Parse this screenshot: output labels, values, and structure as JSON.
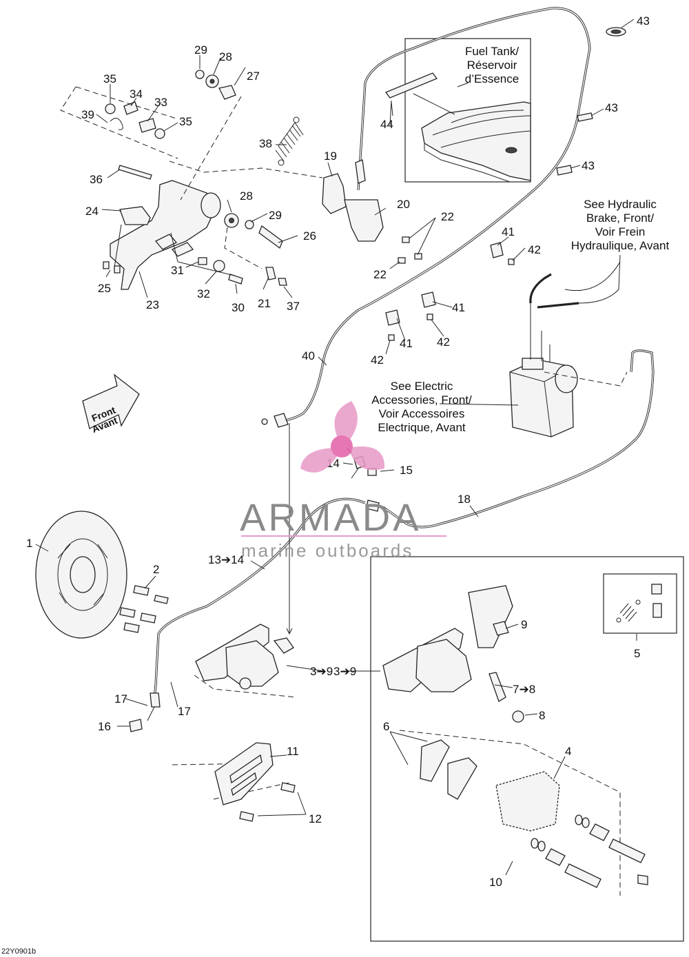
{
  "callouts": {
    "n1": "1",
    "n2": "2",
    "n3": "3➔9",
    "n3b": "3➔9",
    "n4": "4",
    "n5": "5",
    "n6": "6",
    "n7": "7➔8",
    "n8": "8",
    "n9": "9",
    "n10": "10",
    "n11": "11",
    "n12": "12",
    "n13": "13➔14",
    "n14": "14",
    "n15": "15",
    "n16": "16",
    "n17a": "17",
    "n17b": "17",
    "n18": "18",
    "n19": "19",
    "n20": "20",
    "n21": "21",
    "n22a": "22",
    "n22b": "22",
    "n23": "23",
    "n24": "24",
    "n25": "25",
    "n26": "26",
    "n27": "27",
    "n28a": "28",
    "n28b": "28",
    "n29a": "29",
    "n29b": "29",
    "n30": "30",
    "n31": "31",
    "n32": "32",
    "n33": "33",
    "n34": "34",
    "n35a": "35",
    "n35b": "35",
    "n36": "36",
    "n37": "37",
    "n38": "38",
    "n39": "39",
    "n40": "40",
    "n41a": "41",
    "n41b": "41",
    "n41c": "41",
    "n42a": "42",
    "n42b": "42",
    "n42c": "42",
    "n43a": "43",
    "n43b": "43",
    "n43c": "43",
    "n44": "44"
  },
  "notes": {
    "fuel_tank": [
      "Fuel Tank/",
      "Réservoir",
      "d’Essence"
    ],
    "hydraulic": [
      "See Hydraulic",
      "Brake, Front/",
      "Voir Frein",
      "Hydraulique, Avant"
    ],
    "electric": [
      "See Electric",
      "Accessories, Front/",
      "Voir Accessoires",
      "Electrique, Avant"
    ]
  },
  "front_arrow": {
    "line1": "Front",
    "line2": "Avant"
  },
  "watermark": {
    "brand": "ARMADA",
    "tagline": "marine outboards",
    "color": "#e89ac7"
  },
  "drawing_code": "22Y0901b"
}
